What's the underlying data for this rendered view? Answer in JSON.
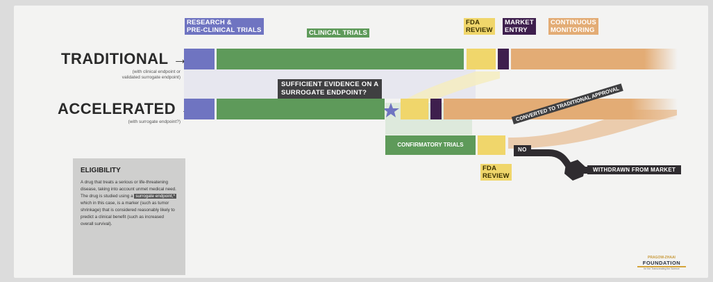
{
  "stages": {
    "research": "RESEARCH &\nPRE-CLINICAL TRIALS",
    "clinical": "CLINICAL TRIALS",
    "fda_review": "FDA\nREVIEW",
    "market_entry": "MARKET\nENTRY",
    "monitoring": "CONTINUOUS\nMONITORING"
  },
  "tracks": {
    "traditional": {
      "title": "TRADITIONAL →",
      "subtitle": "(with clinical endpoint or\nvalidated surrogate endpoint)"
    },
    "accelerated": {
      "title": "ACCELERATED →",
      "subtitle": "(with surrogate endpoint?)"
    }
  },
  "callouts": {
    "surrogate_question": "SUFFICIENT EVIDENCE ON A\nSURROGATE ENDPOINT?",
    "confirmatory": "CONFIRMATORY TRIALS",
    "fda_review_2": "FDA\nREVIEW",
    "converted": "CONVERTED TO TRADITIONAL APPROVAL",
    "no": "NO",
    "withdrawn": "WITHDRAWN FROM MARKET"
  },
  "eligibility": {
    "title": "ELIGIBILITY",
    "text_before": "A drug that treats a serious or life-threatening disease, taking into account unmet medical need. The drug is studied using a ",
    "highlight": "surrogate endpoint,*",
    "text_after": " which in this case, is a marker (such as tumor shrinkage) that is considered reasonably likely to predict a clinical benefit (such as increased overall survival)."
  },
  "logo": {
    "arc": "PRAGOW-ZHAAI",
    "name": "FOUNDATION",
    "tag": "for the Transcreating the Science"
  },
  "colors": {
    "research": "#6f74c1",
    "clinical": "#5e9a5a",
    "review": "#f0d66b",
    "entry": "#3e1f4d",
    "monitoring": "#e3ac75",
    "dark": "#2f2c30"
  }
}
